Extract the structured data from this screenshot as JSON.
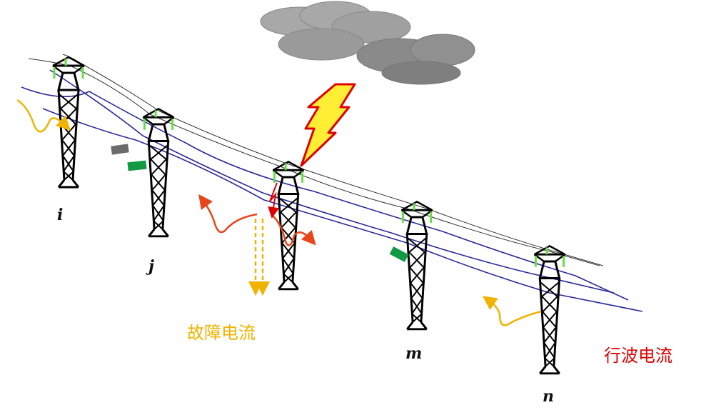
{
  "towers": [
    {
      "id": "i",
      "label": "i"
    },
    {
      "id": "j",
      "label": "j"
    },
    {
      "id": "fault",
      "label": ""
    },
    {
      "id": "m",
      "label": "m"
    },
    {
      "id": "n",
      "label": "n"
    }
  ],
  "labels": {
    "fault_current": "故障电流",
    "traveling_wave_current": "行波电流"
  },
  "colors": {
    "conductor": "#2a2a9a",
    "ground_wire": "#333333",
    "tower": "#000000",
    "insulator": "#66dd44",
    "fault_current": "#f0b400",
    "traveling_wave": "#e8451a",
    "lightning_fill": "#ffee33",
    "lightning_stroke": "#e00000",
    "sensor_green": "#119944",
    "sensor_gray": "#6b6b6b",
    "cloud": "#9a9a9a",
    "traveling_label": "#e00000",
    "fault_label": "#f0b400"
  },
  "icons": [
    "thunder-cloud-icon",
    "lightning-bolt-icon",
    "transmission-tower-icon",
    "current-sensor-icon",
    "wave-arrow-icon"
  ]
}
